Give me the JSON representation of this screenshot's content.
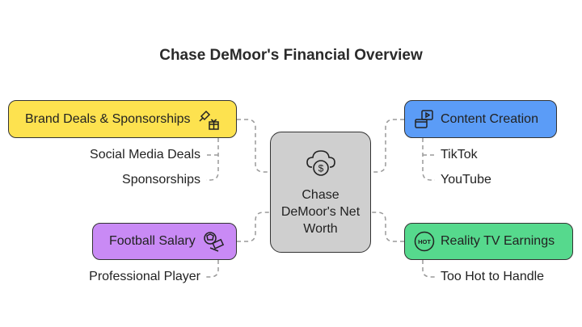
{
  "title": "Chase DeMoor's Financial Overview",
  "center": {
    "label": "Chase DeMoor's Net Worth",
    "icon": "cloud-dollar-icon",
    "color": "#cfcfcf"
  },
  "branches": {
    "brand": {
      "label": "Brand Deals & Sponsorships",
      "icon": "pin-gift-icon",
      "color": "#fde24f",
      "items": [
        "Social Media Deals",
        "Sponsorships"
      ]
    },
    "football": {
      "label": "Football Salary",
      "icon": "football-money-icon",
      "color": "#c98af5",
      "items": [
        "Professional Player"
      ]
    },
    "content": {
      "label": "Content Creation",
      "icon": "video-wallet-icon",
      "color": "#5b9cf7",
      "items": [
        "TikTok",
        "YouTube"
      ]
    },
    "reality": {
      "label": "Reality TV Earnings",
      "icon": "hot-badge-icon",
      "hot_text": "HOT",
      "color": "#56d98d",
      "items": [
        "Too Hot to Handle"
      ]
    }
  }
}
